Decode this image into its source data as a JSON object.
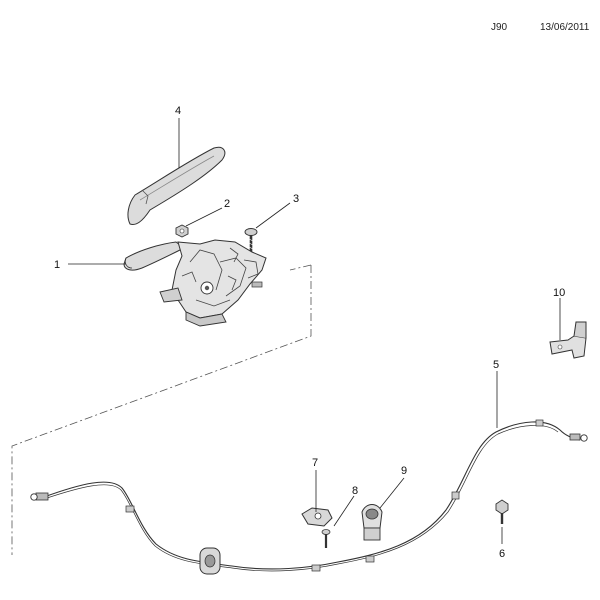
{
  "header": {
    "code": "J90",
    "date": "13/06/2011"
  },
  "callouts": [
    "1",
    "2",
    "3",
    "4",
    "5",
    "6",
    "7",
    "8",
    "9",
    "10"
  ],
  "colors": {
    "line": "#333333",
    "part_fill": "#d9d9d9",
    "part_dark": "#8c8c8c"
  }
}
